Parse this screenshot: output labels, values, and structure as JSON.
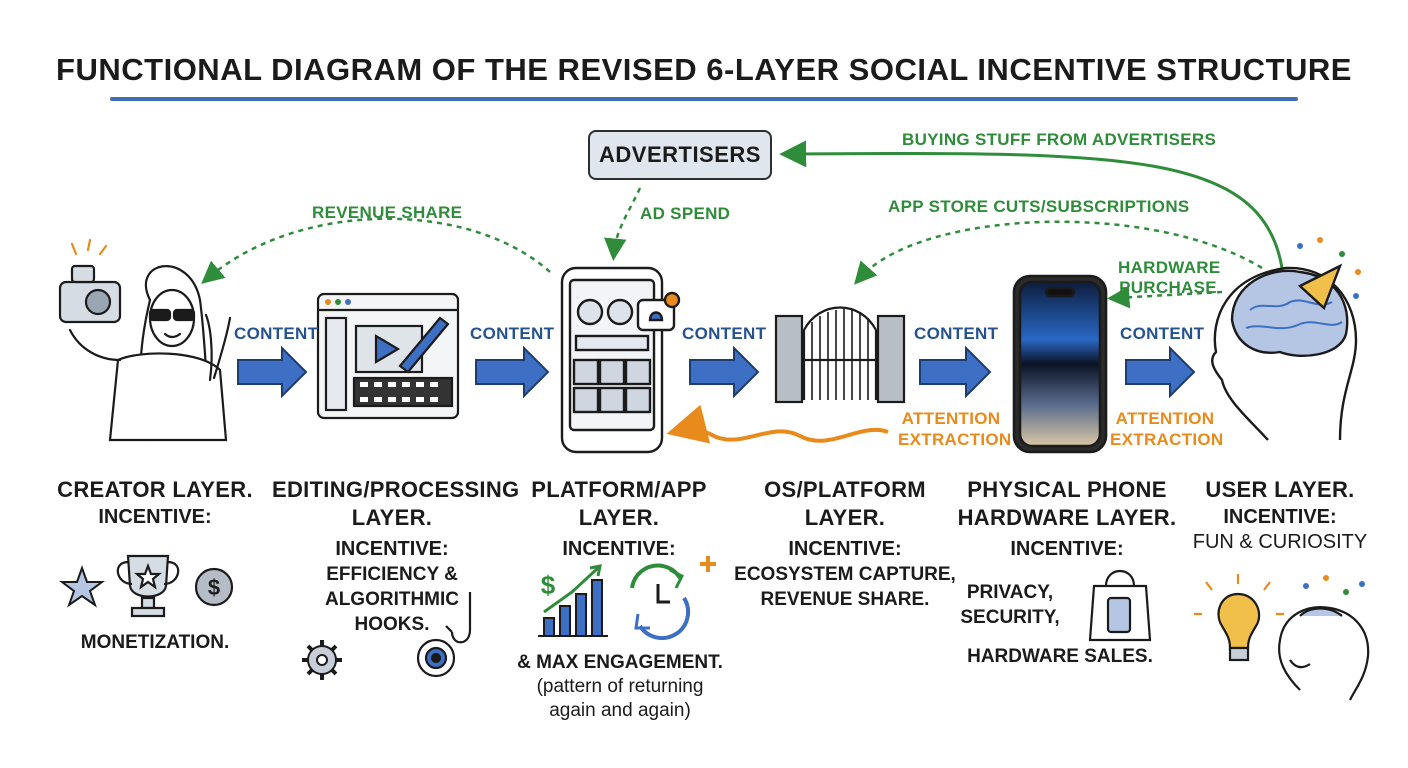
{
  "title": "FUNCTIONAL DIAGRAM OF THE REVISED 6-LAYER SOCIAL INCENTIVE STRUCTURE",
  "advertisers": {
    "label": "ADVERTISERS"
  },
  "flows": {
    "buying_stuff": "BUYING STUFF FROM ADVERTISERS",
    "app_store_cuts": "APP STORE CUTS/SUBSCRIPTIONS",
    "revenue_share": "REVENUE SHARE",
    "ad_spend": "AD SPEND",
    "hardware_purchase": [
      "HARDWARE",
      "PURCHASE"
    ],
    "content": "CONTENT",
    "attention_extraction": [
      "ATTENTION",
      "EXTRACTION"
    ]
  },
  "layers": [
    {
      "title": [
        "CREATOR LAYER."
      ],
      "incentive_label": "INCENTIVE:",
      "incentive": [
        "MONETIZATION."
      ],
      "icons": [
        "star-icon",
        "trophy-icon",
        "coin-icon"
      ]
    },
    {
      "title": [
        "EDITING/PROCESSING",
        "LAYER."
      ],
      "incentive_label": "INCENTIVE:",
      "incentive": [
        "EFFICIENCY &",
        "ALGORITHMIC",
        "HOOKS."
      ],
      "icons": [
        "gear-icon",
        "eye-icon",
        "fishhook-icon"
      ]
    },
    {
      "title": [
        "PLATFORM/APP",
        "LAYER."
      ],
      "incentive_label": "INCENTIVE:",
      "incentive": [
        "& MAX ENGAGEMENT."
      ],
      "note": [
        "(pattern of returning",
        "again and again)"
      ],
      "icons": [
        "growth-chart-icon",
        "cycle-clock-icon"
      ]
    },
    {
      "title": [
        "OS/PLATFORM",
        "LAYER."
      ],
      "incentive_label": "INCENTIVE:",
      "incentive": [
        "ECOSYSTEM CAPTURE,",
        "REVENUE SHARE."
      ],
      "icons": []
    },
    {
      "title": [
        "PHYSICAL PHONE",
        "HARDWARE LAYER."
      ],
      "incentive_label": "INCENTIVE:",
      "incentive": [
        "PRIVACY,",
        "SECURITY,",
        "HARDWARE SALES."
      ],
      "icons": [
        "shopping-bag-icon"
      ]
    },
    {
      "title": [
        "USER LAYER."
      ],
      "incentive_label": "INCENTIVE:",
      "incentive": [
        "FUN & CURIOSITY"
      ],
      "icons": [
        "lightbulb-icon",
        "happy-head-icon"
      ]
    }
  ],
  "colors": {
    "accent_blue": "#3d6db3",
    "arrow_blue": "#3d6fc4",
    "money_green": "#2f8c3a",
    "attention_orange": "#e88a1c",
    "ink": "#1b1b1b"
  }
}
